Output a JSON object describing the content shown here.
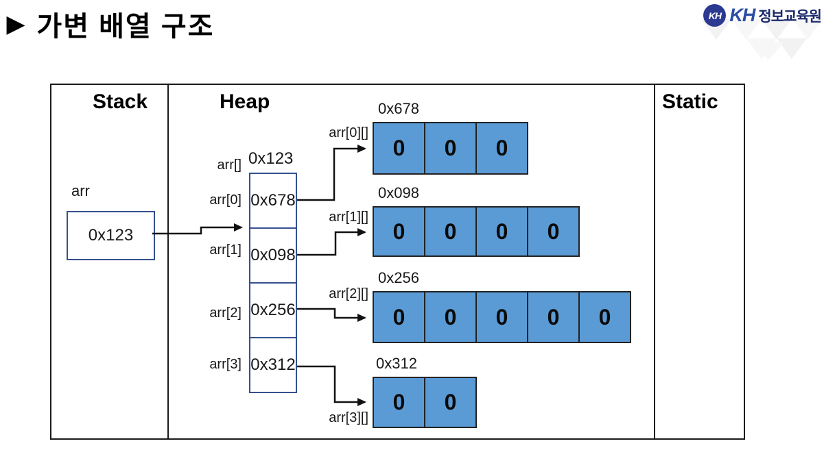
{
  "title": {
    "bullet": "▶",
    "text": "가변 배열 구조"
  },
  "logo": {
    "badge": "KH",
    "brand": "KH",
    "org": "정보교육원"
  },
  "memory": {
    "columns": [
      {
        "label": "Stack"
      },
      {
        "label": "Heap"
      },
      {
        "label": "Static"
      }
    ],
    "stack": {
      "var_label": "arr",
      "value": "0x123"
    },
    "heap": {
      "pointer_array": {
        "address_label": "0x123",
        "name_label": "arr[]",
        "cells": [
          {
            "index_label": "arr[0]",
            "value": "0x678"
          },
          {
            "index_label": "arr[1]",
            "value": "0x098"
          },
          {
            "index_label": "arr[2]",
            "value": "0x256"
          },
          {
            "index_label": "arr[3]",
            "value": "0x312"
          }
        ]
      },
      "arrays": [
        {
          "address_label": "0x678",
          "name_label": "arr[0][]",
          "values": [
            "0",
            "0",
            "0"
          ]
        },
        {
          "address_label": "0x098",
          "name_label": "arr[1][]",
          "values": [
            "0",
            "0",
            "0",
            "0"
          ]
        },
        {
          "address_label": "0x256",
          "name_label": "arr[2][]",
          "values": [
            "0",
            "0",
            "0",
            "0",
            "0"
          ]
        },
        {
          "address_label": "0x312",
          "name_label": "arr[3][]",
          "values": [
            "0",
            "0"
          ]
        }
      ]
    }
  },
  "colors": {
    "cell_fill": "#5b9bd5",
    "cell_border": "#222222",
    "pointer_border": "#35508f",
    "frame": "#1a1a1a"
  }
}
